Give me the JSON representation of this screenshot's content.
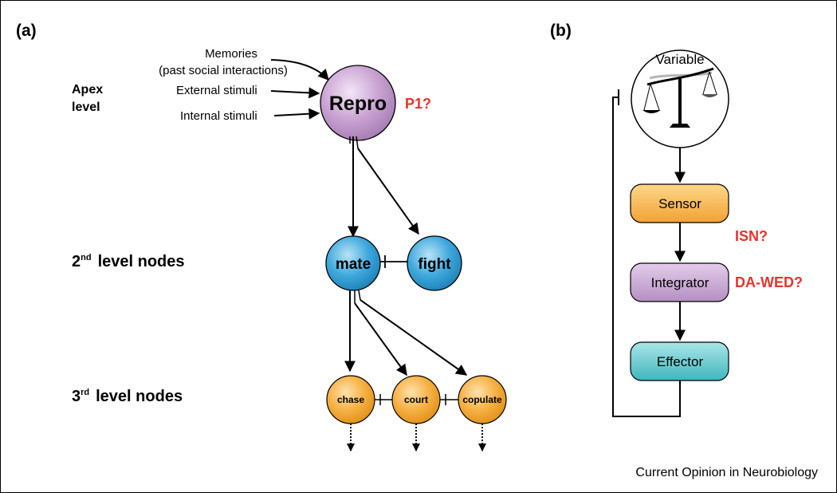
{
  "panel_a": {
    "label": "(a)",
    "levels": {
      "apex_line1": "Apex",
      "apex_line2": "level",
      "second_prefix": "2",
      "second_sup": "nd",
      "second_suffix": "level nodes",
      "third_prefix": "3",
      "third_sup": "rd",
      "third_suffix": "level nodes"
    },
    "inputs": {
      "memories_line1": "Memories",
      "memories_line2": "(past social interactions)",
      "external": "External stimuli",
      "internal": "Internal stimuli"
    },
    "nodes": {
      "repro": "Repro",
      "mate": "mate",
      "fight": "fight",
      "chase": "chase",
      "court": "court",
      "copulate": "copulate"
    },
    "candidate": "P1?"
  },
  "panel_b": {
    "label": "(b)",
    "variable": "Variable",
    "sensor": "Sensor",
    "integrator": "Integrator",
    "effector": "Effector",
    "candidate_isn": "ISN?",
    "candidate_dawed": "DA-WED?"
  },
  "footer": {
    "source": "Current Opinion in Neurobiology"
  },
  "colors": {
    "candidate_red": "#e8322c",
    "purple_node": "#c9a2d2",
    "blue_node": "#3ea8dc",
    "orange_node": "#f6b042",
    "teal_box": "#5cc7cc"
  }
}
